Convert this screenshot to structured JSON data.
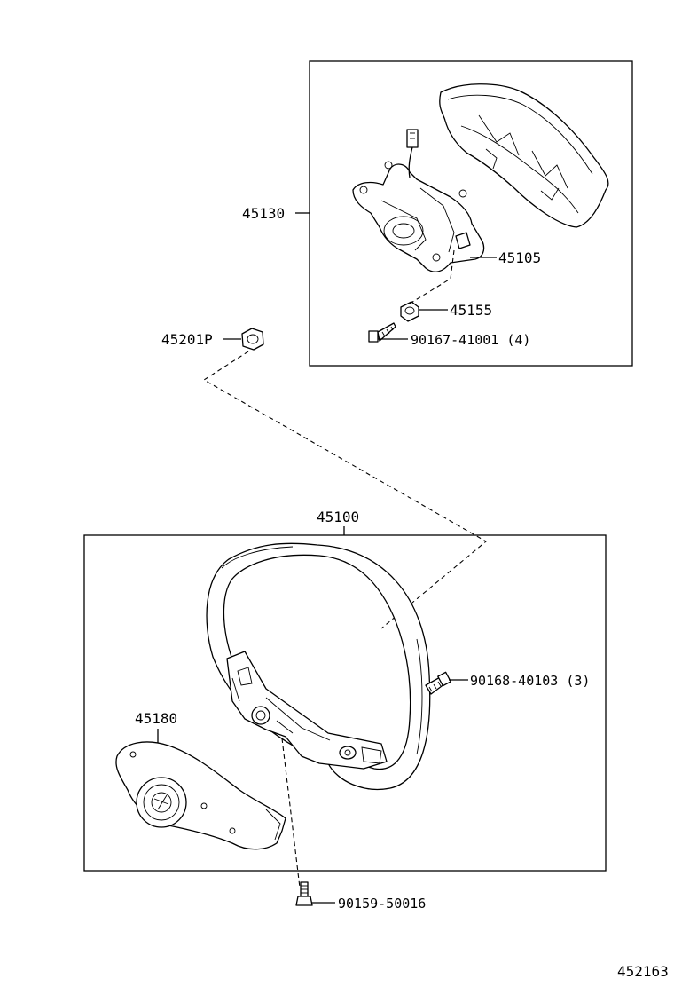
{
  "labels": {
    "pad_assembly": "45130",
    "horn_lead": "45105",
    "pad_nut": "45155",
    "pad_screw": "90167-41001 (4)",
    "steering_nut": "45201P",
    "wheel_assembly": "45100",
    "wheel_screw": "90168-40103 (3)",
    "lower_cover": "45180",
    "lower_bolt": "90159-50016"
  },
  "figure_number": "452163"
}
